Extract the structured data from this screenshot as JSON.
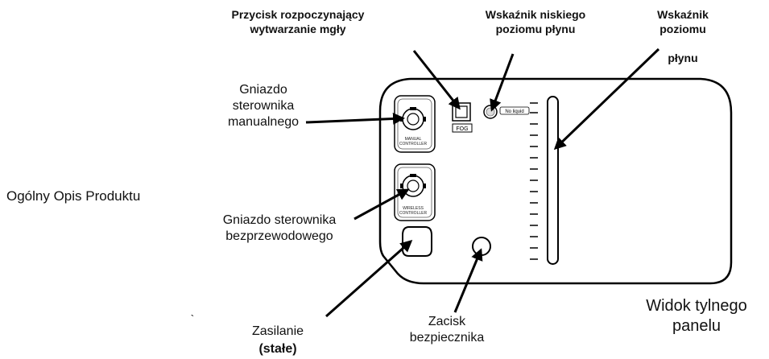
{
  "title": "Ogólny Opis Produktu",
  "view_caption": "Widok tylnego panelu",
  "labels": {
    "fog_button": "Przycisk rozpoczynający wytwarzanie mgły",
    "low_fluid_indicator": "Wskaźnik niskiego poziomu płynu",
    "fluid_level_indicator_line1": "Wskaźnik poziomu",
    "fluid_level_indicator_line2": "płynu",
    "manual_socket": "Gniazdo sterownika manualnego",
    "wireless_socket": "Gniazdo sterownika bezprzewodowego",
    "power_line1": "Zasilanie",
    "power_line2": "(stałe)",
    "fuse": "Zacisk bezpiecznika"
  },
  "panel_text": {
    "manual_controller": [
      "MANUAL",
      "CONTROLLER"
    ],
    "wireless_controller": [
      "WIRELESS",
      "CONTROLLER"
    ],
    "fog": "FOG",
    "no_liquid": "No liquid"
  },
  "stray_mark": "`"
}
